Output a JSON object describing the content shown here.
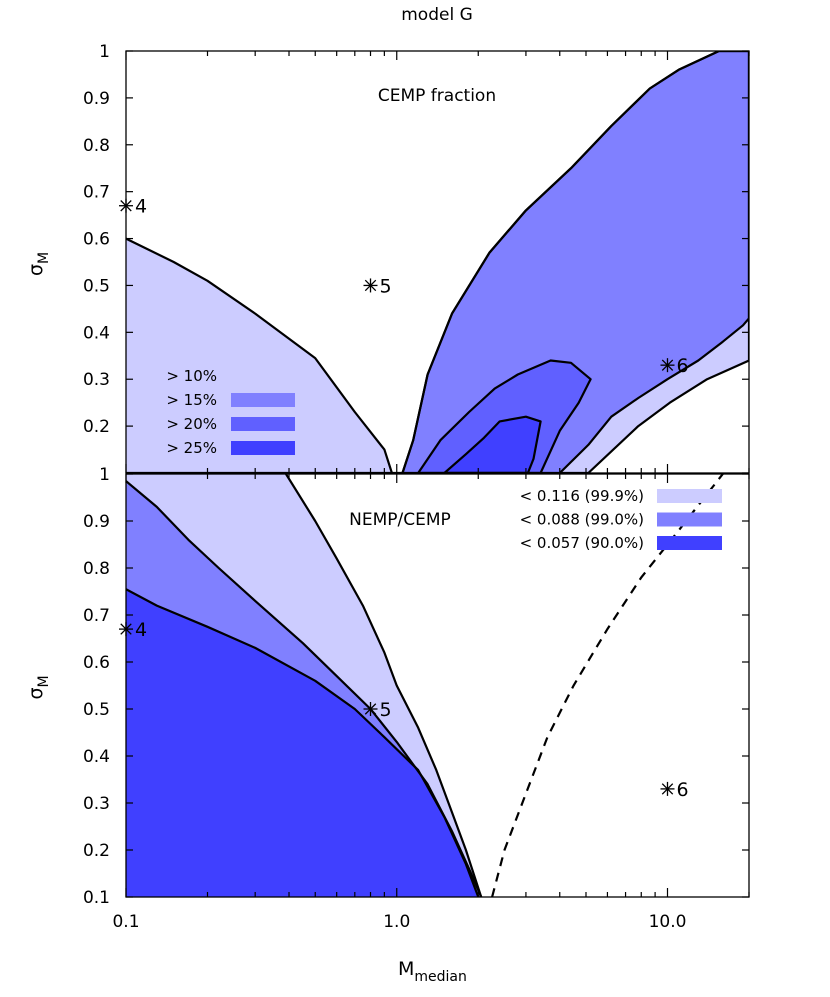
{
  "title": "model G",
  "xlabel": {
    "main": "M",
    "sub": "median"
  },
  "chart_data": [
    {
      "type": "contour",
      "panel": "top",
      "annotation": "CEMP fraction",
      "xlabel": "",
      "ylabel": {
        "main": "σ",
        "sub": "M"
      },
      "xscale": "log",
      "xlim": [
        0.1,
        20
      ],
      "ylim": [
        0.1,
        1.0
      ],
      "yticks": [
        "1",
        "0.9",
        "0.8",
        "0.7",
        "0.6",
        "0.5",
        "0.4",
        "0.3",
        "0.2",
        ""
      ],
      "legend_position": "lower-left",
      "levels": [
        {
          "name": "> 10%",
          "color": "#ccccff",
          "boundary": [
            [
              0.1,
              0.6
            ],
            [
              0.15,
              0.55
            ],
            [
              0.2,
              0.51
            ],
            [
              0.3,
              0.44
            ],
            [
              0.5,
              0.345
            ],
            [
              0.7,
              0.23
            ],
            [
              0.9,
              0.15
            ],
            [
              0.96,
              0.1
            ],
            [
              2.2,
              0.1
            ],
            [
              5.1,
              0.1
            ],
            [
              7.8,
              0.2
            ],
            [
              10.2,
              0.25
            ],
            [
              14,
              0.3
            ],
            [
              20,
              0.34
            ],
            [
              20,
              1.0
            ],
            [
              15.5,
              1.0
            ],
            [
              11,
              0.96
            ],
            [
              8.6,
              0.92
            ],
            [
              6.2,
              0.84
            ],
            [
              4.4,
              0.75
            ],
            [
              3,
              0.66
            ],
            [
              2.2,
              0.57
            ],
            [
              1.6,
              0.44
            ],
            [
              1.3,
              0.31
            ],
            [
              1.15,
              0.17
            ],
            [
              1.05,
              0.1
            ],
            [
              0.1,
              0.1
            ]
          ]
        },
        {
          "name": "> 15%",
          "color": "#8080ff",
          "boundary": [
            [
              1.05,
              0.1
            ],
            [
              1.15,
              0.17
            ],
            [
              1.3,
              0.31
            ],
            [
              1.6,
              0.44
            ],
            [
              2.2,
              0.57
            ],
            [
              3,
              0.66
            ],
            [
              4.4,
              0.75
            ],
            [
              6.2,
              0.84
            ],
            [
              8.6,
              0.92
            ],
            [
              11,
              0.96
            ],
            [
              15.5,
              1.0
            ],
            [
              20,
              1.0
            ],
            [
              20,
              0.43
            ],
            [
              19,
              0.415
            ],
            [
              16,
              0.38
            ],
            [
              13,
              0.34
            ],
            [
              10,
              0.3
            ],
            [
              7.8,
              0.26
            ],
            [
              6.2,
              0.22
            ],
            [
              5.1,
              0.16
            ],
            [
              4,
              0.1
            ]
          ]
        },
        {
          "name": "> 20%",
          "color": "#6060ff",
          "boundary": [
            [
              1.2,
              0.1
            ],
            [
              1.45,
              0.17
            ],
            [
              1.85,
              0.23
            ],
            [
              2.3,
              0.28
            ],
            [
              2.8,
              0.31
            ],
            [
              3.7,
              0.34
            ],
            [
              4.4,
              0.335
            ],
            [
              5.2,
              0.3
            ],
            [
              4.7,
              0.25
            ],
            [
              4.0,
              0.19
            ],
            [
              3.4,
              0.1
            ]
          ]
        },
        {
          "name": "> 25%",
          "color": "#4040ff",
          "boundary": [
            [
              1.5,
              0.1
            ],
            [
              1.8,
              0.14
            ],
            [
              2.1,
              0.175
            ],
            [
              2.4,
              0.21
            ],
            [
              3.0,
              0.22
            ],
            [
              3.4,
              0.21
            ],
            [
              3.2,
              0.13
            ],
            [
              3.05,
              0.1
            ]
          ]
        }
      ],
      "markers": [
        {
          "label": "4",
          "x": 0.1,
          "y": 0.67
        },
        {
          "label": "5",
          "x": 0.8,
          "y": 0.5
        },
        {
          "label": "6",
          "x": 10,
          "y": 0.33
        }
      ]
    },
    {
      "type": "contour",
      "panel": "bottom",
      "annotation": "NEMP/CEMP",
      "xlabel": "M_median",
      "ylabel": {
        "main": "σ",
        "sub": "M"
      },
      "xscale": "log",
      "xlim": [
        0.1,
        20
      ],
      "ylim": [
        0.1,
        1.0
      ],
      "xticks": [
        "0.1",
        "1.0",
        "10.0"
      ],
      "yticks": [
        "1",
        "0.9",
        "0.8",
        "0.7",
        "0.6",
        "0.5",
        "0.4",
        "0.3",
        "0.2",
        "0.1"
      ],
      "legend_position": "top-right",
      "levels": [
        {
          "name": "< 0.116 (99.9%)",
          "color": "#ccccff",
          "boundary": [
            [
              0.39,
              1.0
            ],
            [
              0.5,
              0.9
            ],
            [
              0.6,
              0.82
            ],
            [
              0.75,
              0.72
            ],
            [
              0.9,
              0.62
            ],
            [
              1.0,
              0.55
            ],
            [
              1.2,
              0.46
            ],
            [
              1.4,
              0.37
            ],
            [
              1.6,
              0.28
            ],
            [
              1.8,
              0.2
            ],
            [
              2.05,
              0.1
            ]
          ]
        },
        {
          "name": "< 0.088 (99.0%)",
          "color": "#8080ff",
          "boundary": [
            [
              0.1,
              0.985
            ],
            [
              0.13,
              0.93
            ],
            [
              0.17,
              0.86
            ],
            [
              0.22,
              0.8
            ],
            [
              0.3,
              0.73
            ],
            [
              0.45,
              0.64
            ],
            [
              0.6,
              0.57
            ],
            [
              0.8,
              0.5
            ],
            [
              1.0,
              0.43
            ],
            [
              1.3,
              0.34
            ],
            [
              1.6,
              0.24
            ],
            [
              1.85,
              0.16
            ],
            [
              2.05,
              0.1
            ]
          ]
        },
        {
          "name": "< 0.057 (90.0%)",
          "color": "#4040ff",
          "boundary": [
            [
              0.1,
              0.755
            ],
            [
              0.13,
              0.72
            ],
            [
              0.2,
              0.675
            ],
            [
              0.3,
              0.63
            ],
            [
              0.5,
              0.56
            ],
            [
              0.7,
              0.5
            ],
            [
              0.9,
              0.44
            ],
            [
              1.2,
              0.37
            ],
            [
              1.5,
              0.27
            ],
            [
              1.8,
              0.17
            ],
            [
              2.0,
              0.1
            ]
          ]
        }
      ],
      "dashed_curve": [
        [
          2.25,
          0.1
        ],
        [
          2.5,
          0.2
        ],
        [
          3,
          0.32
        ],
        [
          3.6,
          0.44
        ],
        [
          4.5,
          0.55
        ],
        [
          6,
          0.67
        ],
        [
          8,
          0.78
        ],
        [
          11,
          0.88
        ],
        [
          16,
          1.0
        ]
      ],
      "markers": [
        {
          "label": "4",
          "x": 0.1,
          "y": 0.67
        },
        {
          "label": "5",
          "x": 0.8,
          "y": 0.5
        },
        {
          "label": "6",
          "x": 10,
          "y": 0.33
        }
      ]
    }
  ]
}
